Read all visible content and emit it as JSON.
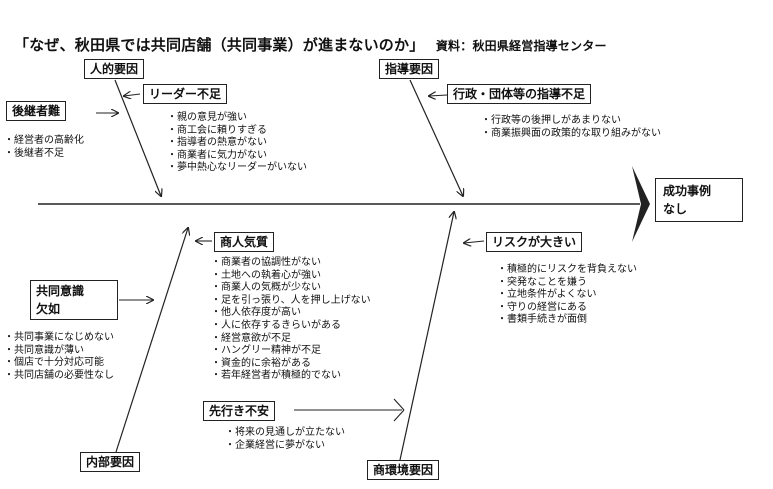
{
  "title": {
    "main": "「なぜ、秋田県では共同店舗（共同事業）が進まないのか」",
    "source": "資料：秋田県経営指導センター"
  },
  "categories": {
    "human": "人的要因",
    "guidance": "指導要因",
    "internal": "内部要因",
    "business_env": "商環境要因"
  },
  "result": {
    "line1": "成功事例",
    "line2": "なし"
  },
  "factors": {
    "successor": {
      "label": "後継者難",
      "items": [
        "経営者の高齢化",
        "後継者不足"
      ]
    },
    "leader": {
      "label": "リーダー不足",
      "items": [
        "親の意見が強い",
        "商工会に頼りすぎる",
        "指導者の熱意がない",
        "商業者に気力がない",
        "夢中熱心なリーダーがいない"
      ]
    },
    "admin": {
      "label": "行政・団体等の指導不足",
      "items": [
        "行政等の後押しがあまりない",
        "商業振興面の政策的な取り組みがない"
      ]
    },
    "merchant": {
      "label": "商人気質",
      "items": [
        "商業者の協調性がない",
        "土地への執着心が強い",
        "商業人の気概が少ない",
        "足を引っ張り、人を押し上げない",
        "他人依存度が高い",
        "人に依存するきらいがある",
        "経営意欲が不足",
        "ハングリー精神が不足",
        "資金的に余裕がある",
        "若年経営者が積極的でない"
      ]
    },
    "awareness": {
      "label_line1": "共同意識",
      "label_line2": "欠如",
      "items": [
        "共同事業になじめない",
        "共同意識が薄い",
        "個店で十分対応可能",
        "共同店舗の必要性なし"
      ]
    },
    "future": {
      "label": "先行き不安",
      "items": [
        "将来の見通しが立たない",
        "企業経営に夢がない"
      ]
    },
    "risk": {
      "label": "リスクが大きい",
      "items": [
        "積極的にリスクを背負えない",
        "突発なことを嫌う",
        "立地条件がよくない",
        "守りの経営にある",
        "書類手続きが面倒"
      ]
    }
  }
}
